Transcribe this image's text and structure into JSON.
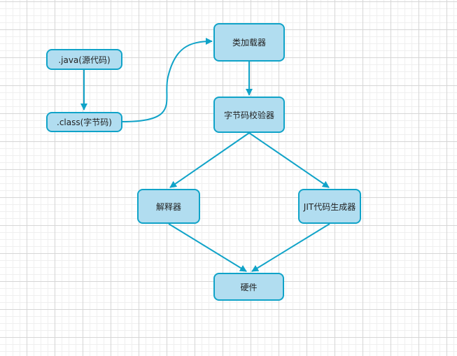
{
  "diagram": {
    "nodes": {
      "java_source": ".java(源代码)",
      "class_bytecode": ".class(字节码)",
      "class_loader": "类加载器",
      "bytecode_verifier": "字节码校验器",
      "interpreter": "解释器",
      "jit_compiler": "JIT代码生成器",
      "hardware": "硬件"
    },
    "edges": [
      {
        "from": "java_source",
        "to": "class_bytecode"
      },
      {
        "from": "class_bytecode",
        "to": "class_loader"
      },
      {
        "from": "class_loader",
        "to": "bytecode_verifier"
      },
      {
        "from": "bytecode_verifier",
        "to": "interpreter"
      },
      {
        "from": "bytecode_verifier",
        "to": "jit_compiler"
      },
      {
        "from": "interpreter",
        "to": "hardware"
      },
      {
        "from": "jit_compiler",
        "to": "hardware"
      }
    ],
    "colors": {
      "node_fill": "#b1ddf0",
      "node_stroke": "#10a3c8",
      "edge": "#10a3c8",
      "grid_major": "#d6d6d6",
      "grid_minor": "#efefef"
    }
  }
}
